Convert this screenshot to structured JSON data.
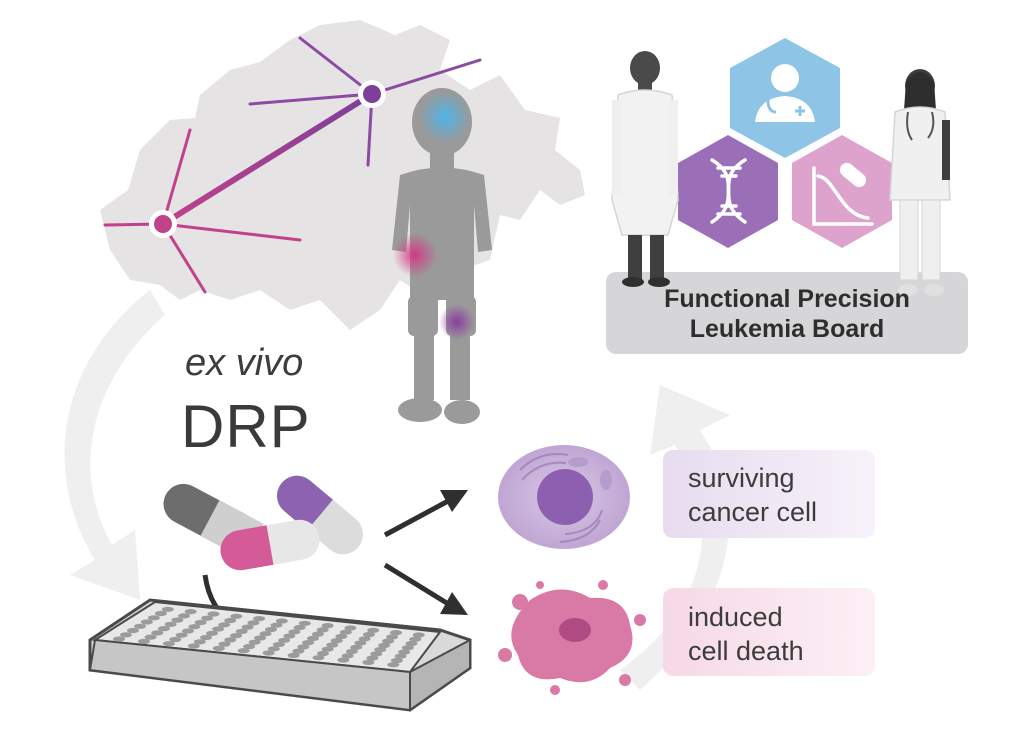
{
  "labels": {
    "ex_vivo": "ex vivo",
    "drp": "DRP",
    "board_line1": "Functional Precision",
    "board_line2": "Leukemia Board",
    "surviving_line1": "surviving",
    "surviving_line2": "cancer cell",
    "death_line1": "induced",
    "death_line2": "cell death"
  },
  "icons": {
    "hex_top": "doctor-avatar-icon",
    "hex_left": "dna-helix-icon",
    "hex_right": "dose-response-pill-icon"
  },
  "colors": {
    "map": "#e6e3e4",
    "node_purple": "#7d3f98",
    "node_magenta": "#c2418b",
    "child": "#9a9a9a",
    "hex_blue": "#8ec5e6",
    "hex_purple": "#9b6fb8",
    "hex_pink": "#dda3cc",
    "board": "#d6d6d8",
    "surviving_cell": "#c9b3d9",
    "dying_cell": "#d97aa6"
  }
}
